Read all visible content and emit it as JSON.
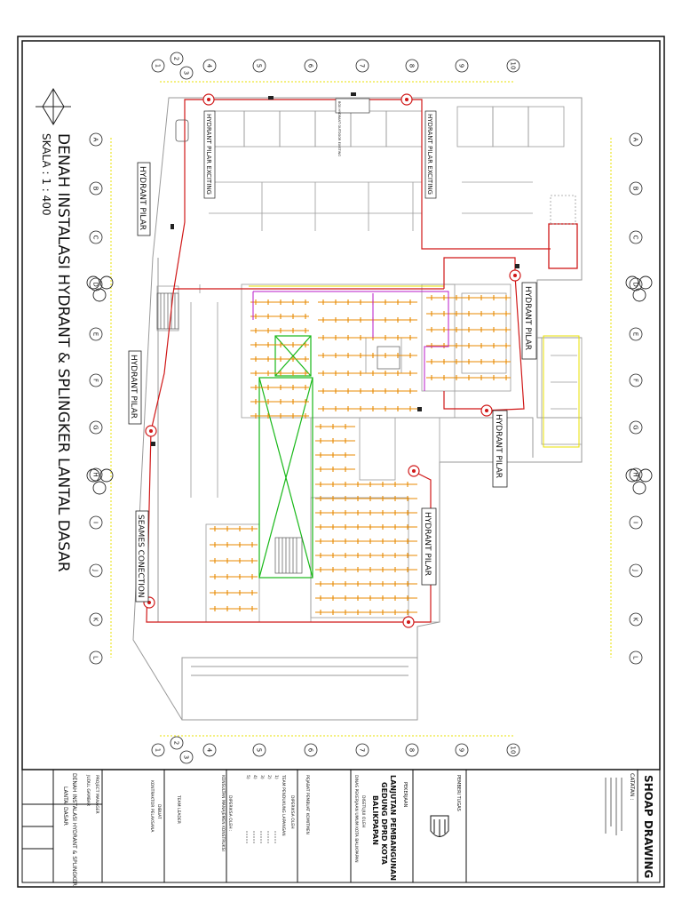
{
  "drawing": {
    "title": "DENAH INSTALASI HYDRANT & SPLINGKER LANTAL DASAR",
    "scale": "SKALA : 1 : 400"
  },
  "labels": {
    "hydrant_pilar": "HYDRANT PILAR",
    "hydrant_pilar_exciting": "HYDRANT PILAR EXCITING",
    "seames_conection": "SEAMES CONECTION",
    "box_hydrant": "BOX HYDRANT OUTDOOR EXISTING"
  },
  "grid": {
    "numbers": [
      "1",
      "2",
      "3",
      "4",
      "5",
      "6",
      "7",
      "8",
      "9",
      "10"
    ],
    "letters": [
      "A",
      "B",
      "C",
      "D",
      "E",
      "F",
      "G",
      "H",
      "I",
      "J",
      "K",
      "L"
    ]
  },
  "title_block": {
    "header": "SHOAP DRAWING",
    "catatan": "CATATAN :",
    "pemberi_tugas": "PEMBERI TUGAS",
    "pekerjaan": "PEKERJAAN",
    "project_1": "LANJUTAN PEMBANGUNAN",
    "project_2": "GEDUNG DPRD KOTA",
    "project_3": "BALIKPAPAN",
    "disetujui": "DISETUJUI OLEH",
    "dinas": "DINAS PEKERJAAN UMUM KOTA BALIKPAPAN",
    "pejabat": "PEJABAT PEMBUAT KOMITMEN",
    "diperiksa": "DIPERIKSA OLEH",
    "team_pendukung": "TEAM PENDUKUNG LAPANGAN",
    "team_list": [
      "1)",
      "2)",
      "3)",
      "4)",
      "5)"
    ],
    "diperiksa2": "DIPERIKSA OLEH :",
    "konsultan": "KONSULTAN MANAJEMEN KONSTRUKSI",
    "team_leader": "TEAM LEADER",
    "dibuat": "DIBUAT",
    "kontraktor": "KONTRAKTOR PELAKSANA",
    "project_manager": "PROJECT MANAGER",
    "judul_gambar": "JUDUL GAMBAR",
    "judul_1": "DENAH INSTALASI HYDRANT & SPLINGKER",
    "judul_2": "LANTAI DASAR"
  },
  "colors": {
    "pipe_red": "#d01818",
    "sprinkler_orange": "#e88a00",
    "line_yellow": "#e8e000",
    "outline_green": "#18b818",
    "line_purple": "#b818c8",
    "ink": "#1a1a1a",
    "grid_line": "#9a9a9a"
  }
}
